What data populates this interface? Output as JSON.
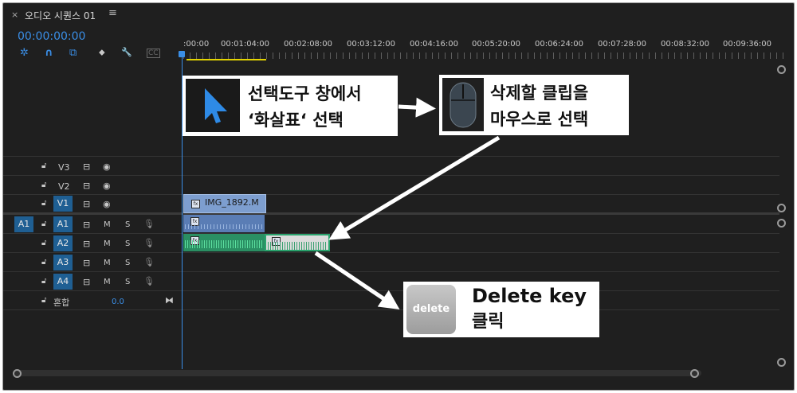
{
  "tab": {
    "close": "×",
    "title": "오디오 시퀀스 01",
    "menu": "≡"
  },
  "timecode": "00:00:00:00",
  "tools": [
    {
      "name": "snap-icon",
      "glyph": "✲"
    },
    {
      "name": "magnet-icon",
      "glyph": "∩"
    },
    {
      "name": "linked-selection-icon",
      "glyph": "⧉"
    },
    {
      "name": "marker-icon",
      "glyph": "⬥"
    },
    {
      "name": "wrench-icon",
      "glyph": "🔧"
    },
    {
      "name": "captions-icon",
      "glyph": "CC"
    }
  ],
  "ruler": [
    ":00:00",
    "00:01:04:00",
    "00:02:08:00",
    "00:03:12:00",
    "00:04:16:00",
    "00:05:20:00",
    "00:06:24:00",
    "00:07:28:00",
    "00:08:32:00",
    "00:09:36:00"
  ],
  "video_tracks": [
    {
      "name": "V3",
      "target": false
    },
    {
      "name": "V2",
      "target": false
    },
    {
      "name": "V1",
      "target": true
    }
  ],
  "audio_tracks": [
    {
      "name": "A1",
      "source": "A1"
    },
    {
      "name": "A2",
      "source": ""
    },
    {
      "name": "A3",
      "source": ""
    },
    {
      "name": "A4",
      "source": ""
    }
  ],
  "mix": {
    "label": "혼합",
    "value": "0.0"
  },
  "track_labels": {
    "m": "M",
    "s": "S"
  },
  "clip": {
    "video_name": "IMG_1892.M",
    "fx": "fx"
  },
  "callouts": {
    "select": [
      "선택도구 창에서",
      "‘화살표‘ 선택"
    ],
    "mouse": [
      "삭제할 클립을",
      "마우스로 선택"
    ],
    "delete": [
      "Delete key",
      "클릭"
    ],
    "delete_key_label": "delete"
  },
  "colors": {
    "accent": "#3a8ee6",
    "audio_clip": "#2a8f63",
    "video_clip": "#7d9ecf"
  }
}
